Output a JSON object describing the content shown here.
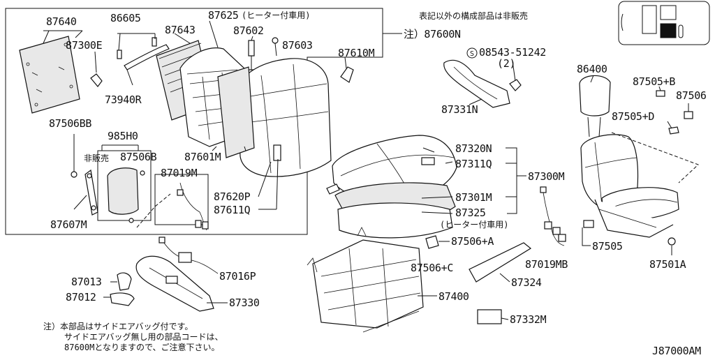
{
  "diagram_id": "J87000AM",
  "top_note": "表記以外の構成部品は非販売",
  "footnote": [
    "注）本部品はサイドエアバッグ付です。",
    "サイドエアバッグ無し用の部品コードは、",
    "87600Mとなりますので、ご注意下さい。"
  ],
  "box_note": "注）87600N",
  "parts": {
    "p87640": "87640",
    "p86605": "86605",
    "p87643": "87643",
    "p87625": "87625",
    "p87625_note": "(ヒーター付車用)",
    "p87602": "87602",
    "p87603": "87603",
    "p87610M": "87610M",
    "p87300E": "87300E",
    "p73940R": "73940R",
    "p87601M": "87601M",
    "p87506BB": "87506BB",
    "p985H0": "985H0",
    "p985H0_note": "非販売",
    "p87506B": "87506B",
    "p87019M": "87019M",
    "p87607M": "87607M",
    "p87620P": "87620P",
    "p87611Q": "87611Q",
    "p08543": "08543-51242",
    "p08543_qty": "(2)",
    "p87331N": "87331N",
    "p87320N": "87320N",
    "p87311Q": "87311Q",
    "p87300M": "87300M",
    "p87301M": "87301M",
    "p87325": "87325",
    "p87325_note": "(ヒーター付車用)",
    "p87506A": "87506+A",
    "p87506C": "87506+C",
    "p87019MB": "87019MB",
    "p87324": "87324",
    "p87400": "87400",
    "p87332M": "87332M",
    "p87016P": "87016P",
    "p87013": "87013",
    "p87012": "87012",
    "p87330": "87330",
    "p86400": "86400",
    "p87505B": "87505+B",
    "p87506": "87506",
    "p87505D": "87505+D",
    "p87505": "87505",
    "p87501A": "87501A"
  }
}
